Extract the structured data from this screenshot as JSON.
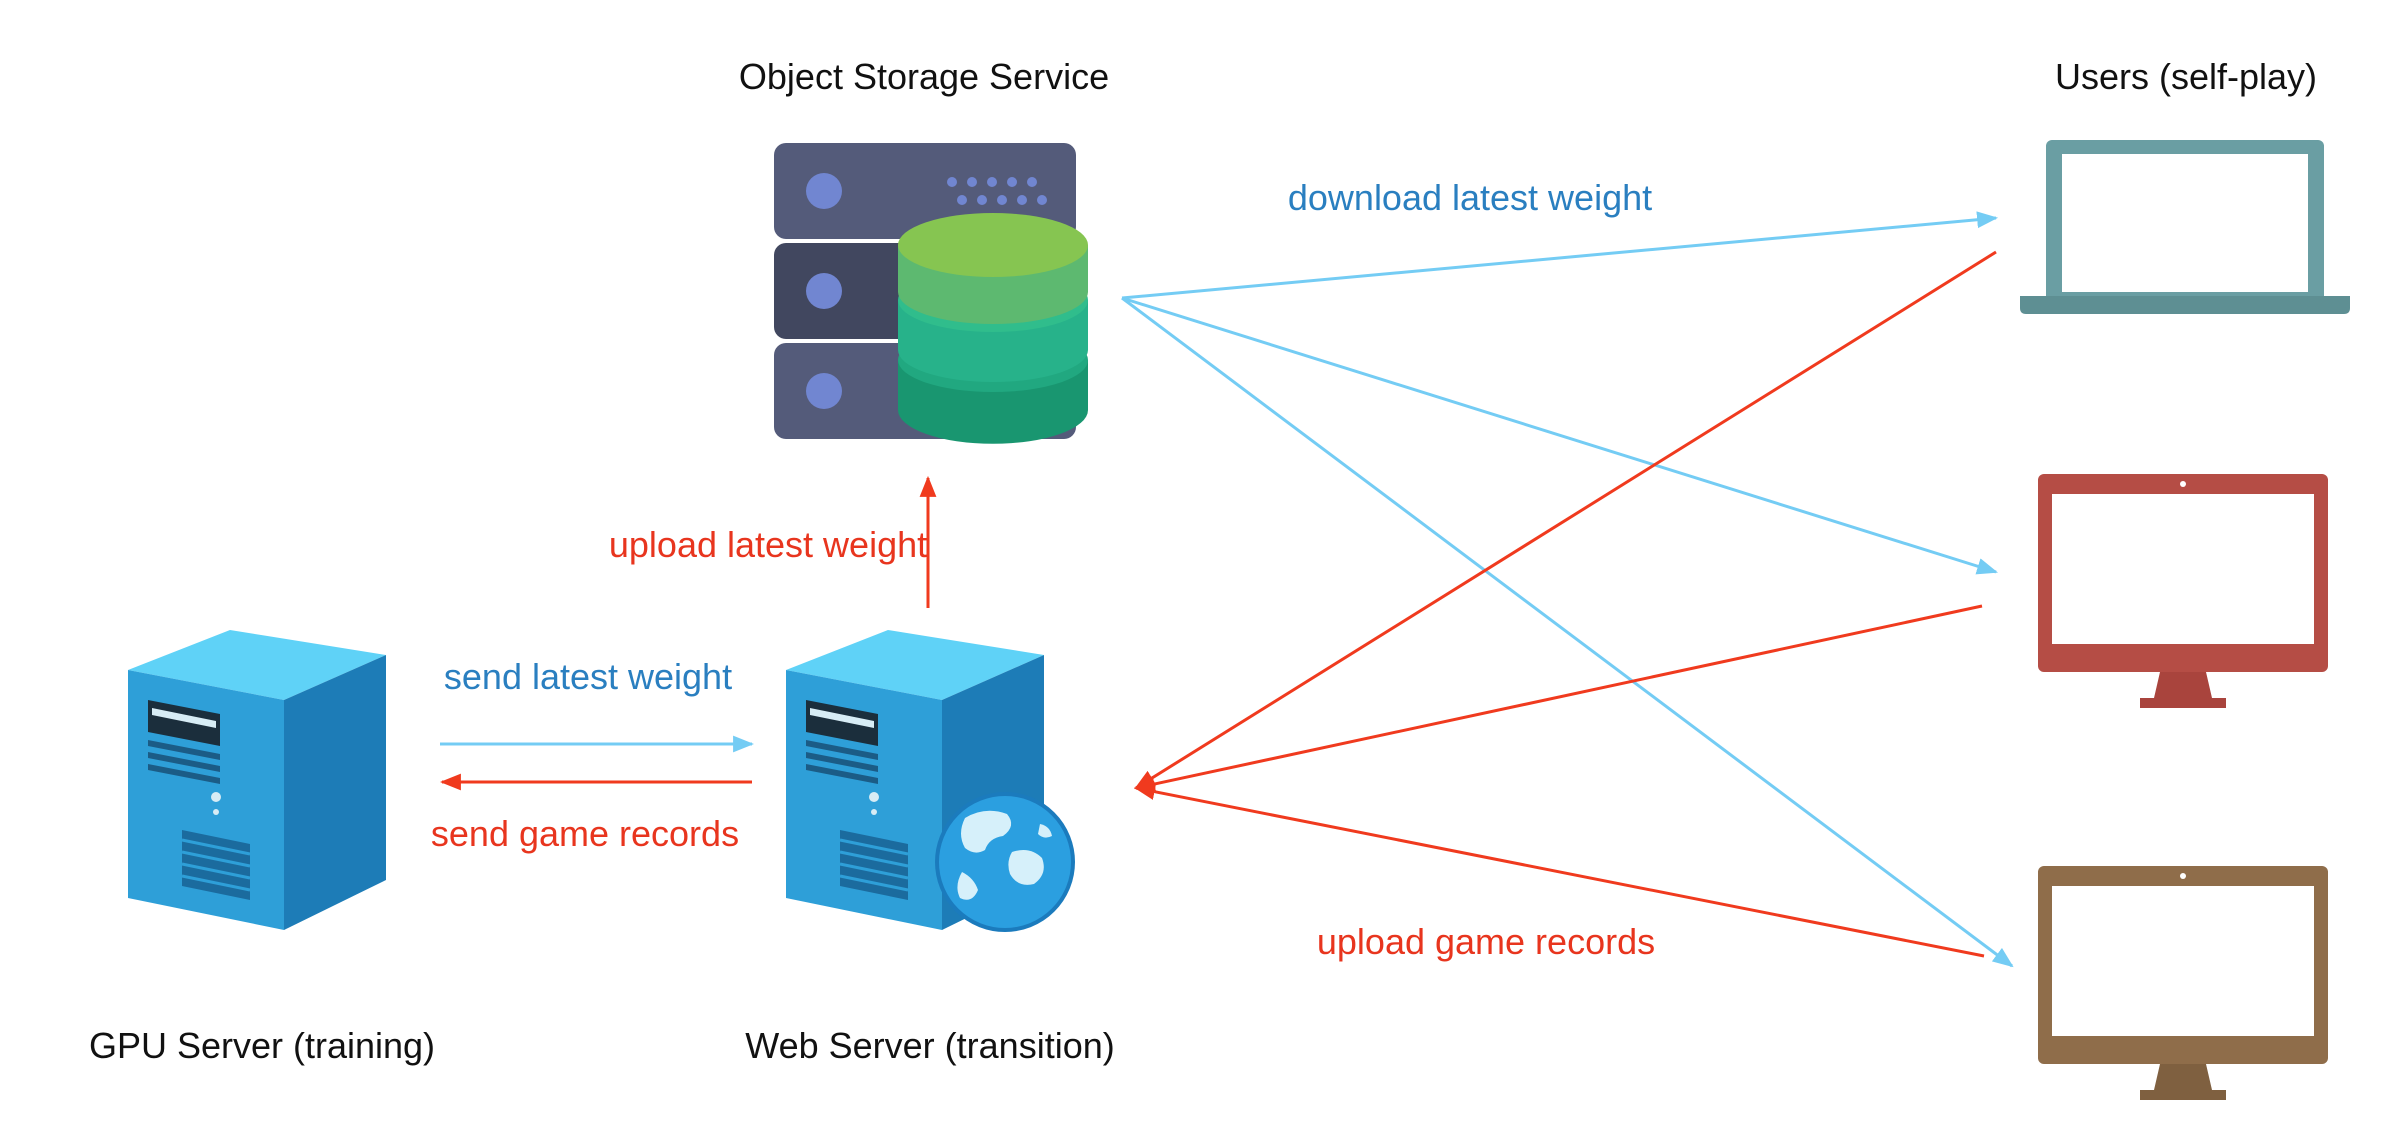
{
  "labels": {
    "object_storage": "Object Storage Service",
    "users": "Users (self-play)",
    "gpu_server": "GPU Server (training)",
    "web_server": "Web Server (transition)"
  },
  "arrows": {
    "download_latest_weight": "download latest weight",
    "upload_latest_weight": "upload latest weight",
    "send_latest_weight": "send latest weight",
    "send_game_records": "send game records",
    "upload_game_records": "upload game records"
  },
  "colors": {
    "weight_flow": "#74CCF4",
    "weight_text": "#2A7FC0",
    "records_flow": "#F03A1E",
    "records_text": "#E8351E",
    "laptop": "#6A9EA3",
    "monitor_red": "#B54D45",
    "monitor_brown": "#8F6D4A",
    "server_blue": "#2E9FD8",
    "storage_gray": "#545B7A"
  },
  "icons": [
    "storage-server-icon",
    "database-icon",
    "gpu-server-icon",
    "web-server-icon",
    "globe-icon",
    "laptop-icon",
    "monitor-icon"
  ]
}
